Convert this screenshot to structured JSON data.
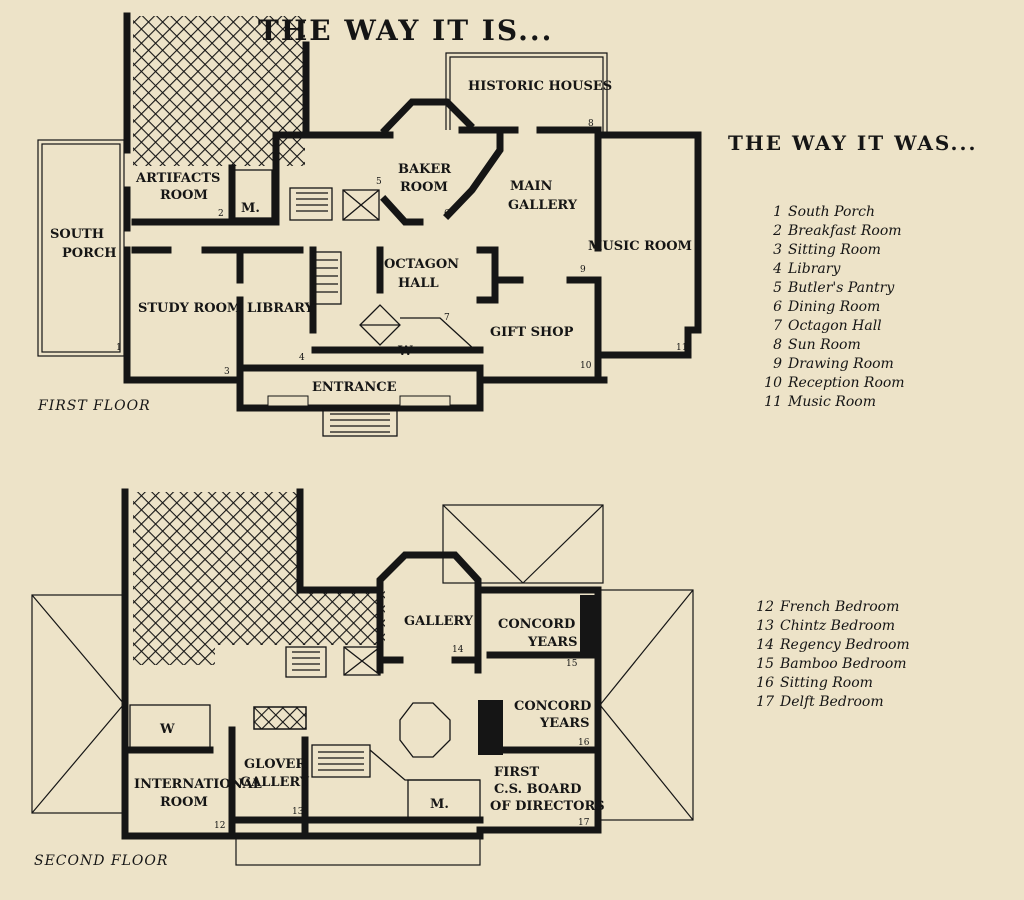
{
  "titles": {
    "current": "THE WAY IT IS...",
    "former": "THE WAY IT WAS..."
  },
  "floors": {
    "first": "FIRST FLOOR",
    "second": "SECOND FLOOR"
  },
  "first_floor": {
    "historic_houses": "HISTORIC HOUSES",
    "artifacts_1": "ARTIFACTS",
    "artifacts_2": "ROOM",
    "baker_1": "BAKER",
    "baker_2": "ROOM",
    "main_1": "MAIN",
    "main_2": "GALLERY",
    "music_room": "MUSIC ROOM",
    "south_1": "SOUTH",
    "south_2": "PORCH",
    "octagon_1": "OCTAGON",
    "octagon_2": "HALL",
    "study_room": "STUDY ROOM",
    "library": "LIBRARY",
    "gift_shop": "GIFT SHOP",
    "entrance": "ENTRANCE",
    "mens": "M.",
    "womens": "W",
    "numbers": [
      "1",
      "2",
      "3",
      "4",
      "5",
      "6",
      "7",
      "8",
      "9",
      "10",
      "11"
    ]
  },
  "second_floor": {
    "gallery": "GALLERY",
    "concord_1": "CONCORD",
    "concord_2": "YEARS",
    "concord_b1": "CONCORD",
    "concord_b2": "YEARS",
    "womens": "W",
    "glover_1": "GLOVER",
    "glover_2": "GALLERY",
    "intl_1": "INTERNATIONAL",
    "intl_2": "ROOM",
    "mens": "M.",
    "first_1": "FIRST",
    "first_2": "C.S. BOARD",
    "first_3": "OF DIRECTORS",
    "numbers": [
      "12",
      "13",
      "14",
      "15",
      "16",
      "17"
    ]
  },
  "legend_former_first": [
    {
      "n": "1",
      "label": "South Porch"
    },
    {
      "n": "2",
      "label": "Breakfast Room"
    },
    {
      "n": "3",
      "label": "Sitting Room"
    },
    {
      "n": "4",
      "label": "Library"
    },
    {
      "n": "5",
      "label": "Butler's Pantry"
    },
    {
      "n": "6",
      "label": "Dining Room"
    },
    {
      "n": "7",
      "label": "Octagon Hall"
    },
    {
      "n": "8",
      "label": "Sun Room"
    },
    {
      "n": "9",
      "label": "Drawing Room"
    },
    {
      "n": "10",
      "label": "Reception Room"
    },
    {
      "n": "11",
      "label": "Music Room"
    }
  ],
  "legend_former_second": [
    {
      "n": "12",
      "label": "French Bedroom"
    },
    {
      "n": "13",
      "label": "Chintz Bedroom"
    },
    {
      "n": "14",
      "label": "Regency Bedroom"
    },
    {
      "n": "15",
      "label": "Bamboo Bedroom"
    },
    {
      "n": "16",
      "label": "Sitting Room"
    },
    {
      "n": "17",
      "label": "Delft Bedroom"
    }
  ]
}
